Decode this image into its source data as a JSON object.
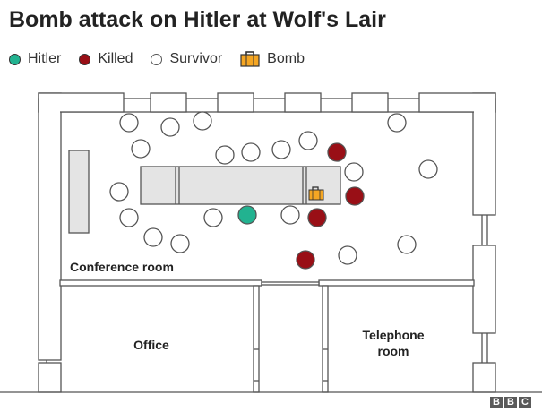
{
  "title": "Bomb attack on Hitler at Wolf's Lair",
  "legend": {
    "hitler": "Hitler",
    "killed": "Killed",
    "survivor": "Survivor",
    "bomb": "Bomb"
  },
  "rooms": {
    "conference": "Conference room",
    "office": "Office",
    "telephone_line1": "Telephone",
    "telephone_line2": "room"
  },
  "logo": [
    "B",
    "B",
    "C"
  ],
  "colors": {
    "hitler": "#22b290",
    "killed": "#990f16",
    "survivor": "#ffffff",
    "bomb": "#f5a623",
    "wall_fill": "#ffffff",
    "wall_stroke": "#555555",
    "table": "#e4e4e4"
  },
  "icons": {
    "hitler": "green-circle-icon",
    "killed": "dark-red-circle-icon",
    "survivor": "white-circle-icon",
    "bomb": "briefcase-icon"
  }
}
